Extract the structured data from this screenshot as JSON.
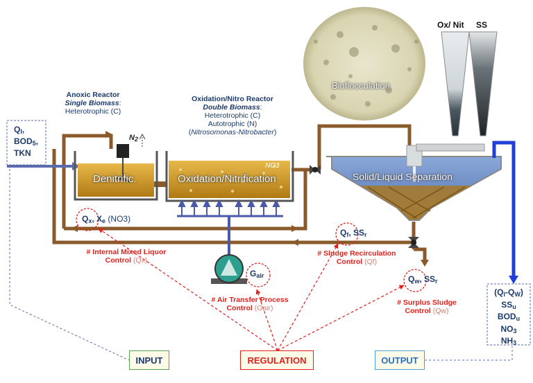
{
  "input_box": {
    "q": "Q",
    "q_sub": "I",
    "bod": "BOD",
    "bod_sub": "5",
    "tkn": "TKN"
  },
  "anoxic": {
    "title": "Anoxic Reactor",
    "biomass": "Single Biomass",
    "biomass_suffix": ":",
    "type": "Heterotrophic (C)",
    "tank_label": "Denitrific.",
    "n2": "N",
    "n2_sub": "2"
  },
  "oxidation": {
    "title": "Oxidation/Nitro Reactor",
    "biomass": "Double Biomass",
    "biomass_suffix": ":",
    "type1": "Heterotrophic (C)",
    "type2": "Autotrophic (N)",
    "bacteria": "Nitrosomonas-Nitrobacter",
    "tank_label": "Oxidation/Nitrification",
    "no3": "NO3"
  },
  "photo": {
    "label": "Bioflocculation"
  },
  "cones": {
    "label1": "Ox/ Nit",
    "label2": "SS"
  },
  "clarifier": {
    "label": "Solid/Liquid Separation"
  },
  "flows": {
    "qx": "Q",
    "qx_sub": "x",
    "xe": "X",
    "xe_sub": "e",
    "xe_suffix": "(NO3)",
    "qf": "Q",
    "qf_sub": "f",
    "ssr": "SS",
    "ssr_sub": "r",
    "qw": "Q",
    "qw_sub": "w",
    "ssr2": "SS",
    "ssr2_sub": "r",
    "gair": "G",
    "gair_sub": "air"
  },
  "controls": {
    "internal_line1": "# Internal Mixed Liquor",
    "internal_line2": "Control",
    "internal_param": "(Qx)",
    "sludge_line1": "# Sludge Recirculation",
    "sludge_line2": "Control",
    "sludge_param": "(Qf)",
    "air_line1": "# Air Transfer Process",
    "air_line2": "Control",
    "air_param": "(Gair)",
    "surplus_line1": "# Surplus Sludge",
    "surplus_line2": "Control",
    "surplus_param": "(Qw)"
  },
  "output_box": {
    "q": "(Q",
    "q_sub1": "I",
    "q_mid": "-Q",
    "q_sub2": "W",
    "q_end": ")",
    "ss": "SS",
    "ss_sub": "u",
    "bod": "BOD",
    "bod_sub": "u",
    "no3": "NO",
    "no3_sub": "3",
    "nh3": "NH",
    "nh3_sub": "3"
  },
  "bottom": {
    "input": "INPUT",
    "regulation": "REGULATION",
    "output": "OUTPUT"
  },
  "colors": {
    "brown_pipe": "#8b5a2b",
    "blue_pipe": "#1f3fd6",
    "sludge": "#c8901c",
    "navy_text": "#1b3a6b",
    "control_red": "#e0201b"
  }
}
